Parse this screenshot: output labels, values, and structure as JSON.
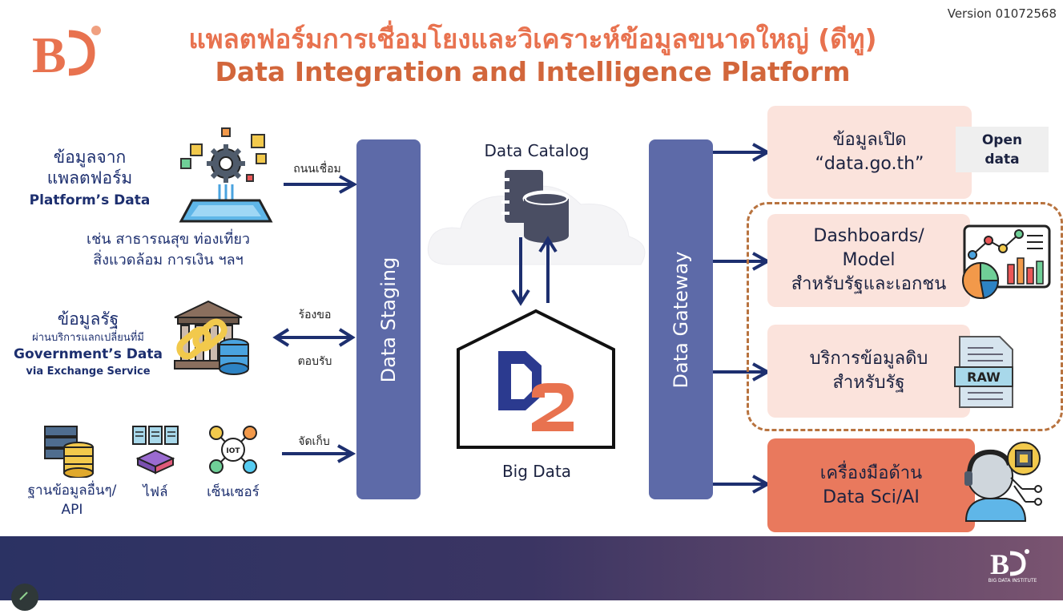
{
  "version": "Version 01072568",
  "title_th": "แพลตฟอร์มการเชื่อมโยงและวิเคราะห์ข้อมูลขนาดใหญ่ (ดีทู)",
  "title_en": "Data Integration and Intelligence Platform",
  "sources": {
    "platform": {
      "line1": "ข้อมูลจาก",
      "line2": "แพลตฟอร์ม",
      "en": "Platform’s Data",
      "example1": "เช่น สาธารณสุข ท่องเที่ยว",
      "example2": "สิ่งแวดล้อม การเงิน ฯลฯ",
      "arrow_label": "ถนนเชื่อม"
    },
    "government": {
      "line1": "ข้อมูลรัฐ",
      "line2": "ผ่านบริการแลกเปลี่ยนที่มี",
      "en1": "Government’s Data",
      "en2": "via Exchange Service",
      "arrow_top": "ร้องขอ",
      "arrow_bottom": "ตอบรับ"
    },
    "other": {
      "db_line1": "ฐานข้อมูลอื่นๆ/",
      "db_line2": "API",
      "file": "ไฟล์",
      "sensor": "เซ็นเซอร์",
      "iot": "IOT",
      "arrow_label": "จัดเก็บ"
    }
  },
  "staging": "Data Staging",
  "catalog": "Data Catalog",
  "bigdata": "Big Data",
  "gateway": "Data Gateway",
  "outputs": {
    "open": "ข้อมูลเปิด\n“data.go.th”",
    "open_tag": "Open\ndata",
    "dashboards": "Dashboards/\nModel\nสำหรับรัฐและเอกชน",
    "raw": "บริการข้อมูลดิบ\nสำหรับรัฐ",
    "raw_icon_label": "RAW",
    "ai": "เครื่องมือด้าน\nData Sci/AI"
  },
  "footer_logo_text": "BIG DATA INSTITUTE",
  "colors": {
    "accent": "#e8724f",
    "bar": "#5d6aa8",
    "navy": "#1d2f6f",
    "pink": "#fbe3dc",
    "salmon": "#e9795d"
  }
}
